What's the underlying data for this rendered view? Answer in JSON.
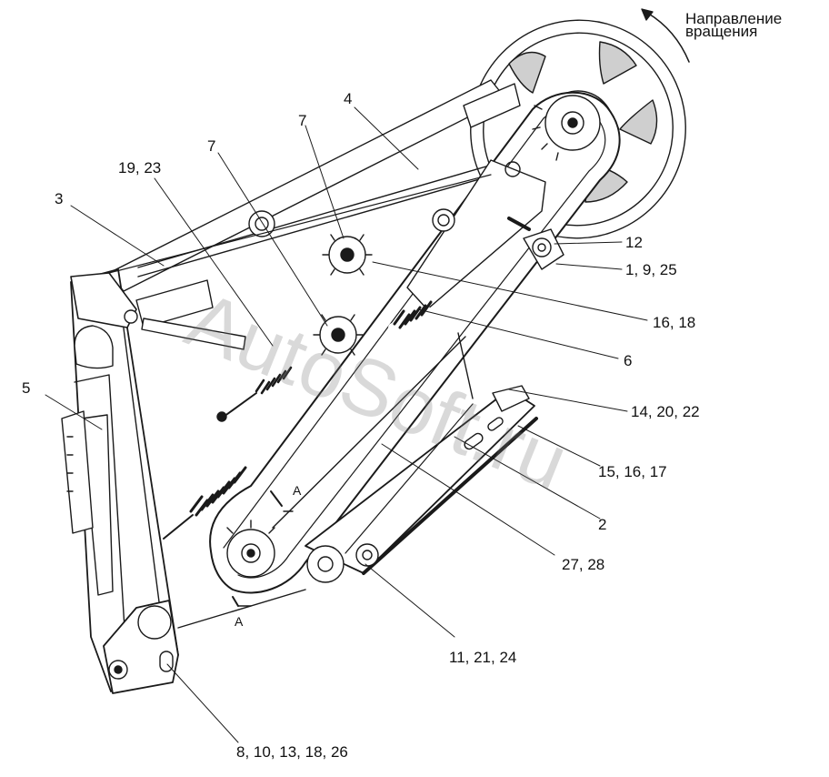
{
  "rotation_label": {
    "line1": "Направление",
    "line2": "вращения"
  },
  "watermark": "AutoSoft.ru",
  "section_mark": "A",
  "callouts": [
    {
      "id": "c-19-23",
      "text": "19, 23"
    },
    {
      "id": "c-7a",
      "text": "7"
    },
    {
      "id": "c-7b",
      "text": "7"
    },
    {
      "id": "c-4",
      "text": "4"
    },
    {
      "id": "c-3",
      "text": "3"
    },
    {
      "id": "c-5",
      "text": "5"
    },
    {
      "id": "c-12",
      "text": "12"
    },
    {
      "id": "c-1-9-25",
      "text": "1, 9, 25"
    },
    {
      "id": "c-16-18",
      "text": "16, 18"
    },
    {
      "id": "c-6",
      "text": "6"
    },
    {
      "id": "c-14-20-22",
      "text": "14, 20, 22"
    },
    {
      "id": "c-15-16-17",
      "text": "15, 16, 17"
    },
    {
      "id": "c-2",
      "text": "2"
    },
    {
      "id": "c-27-28",
      "text": "27, 28"
    },
    {
      "id": "c-11-21-24",
      "text": "11, 21, 24"
    },
    {
      "id": "c-8-10-13-18-26",
      "text": "8, 10, 13, 18, 26"
    }
  ],
  "colors": {
    "line": "#1a1a1a",
    "fill": "#ffffff",
    "shade": "#d9d9d9",
    "dark": "#555555"
  }
}
